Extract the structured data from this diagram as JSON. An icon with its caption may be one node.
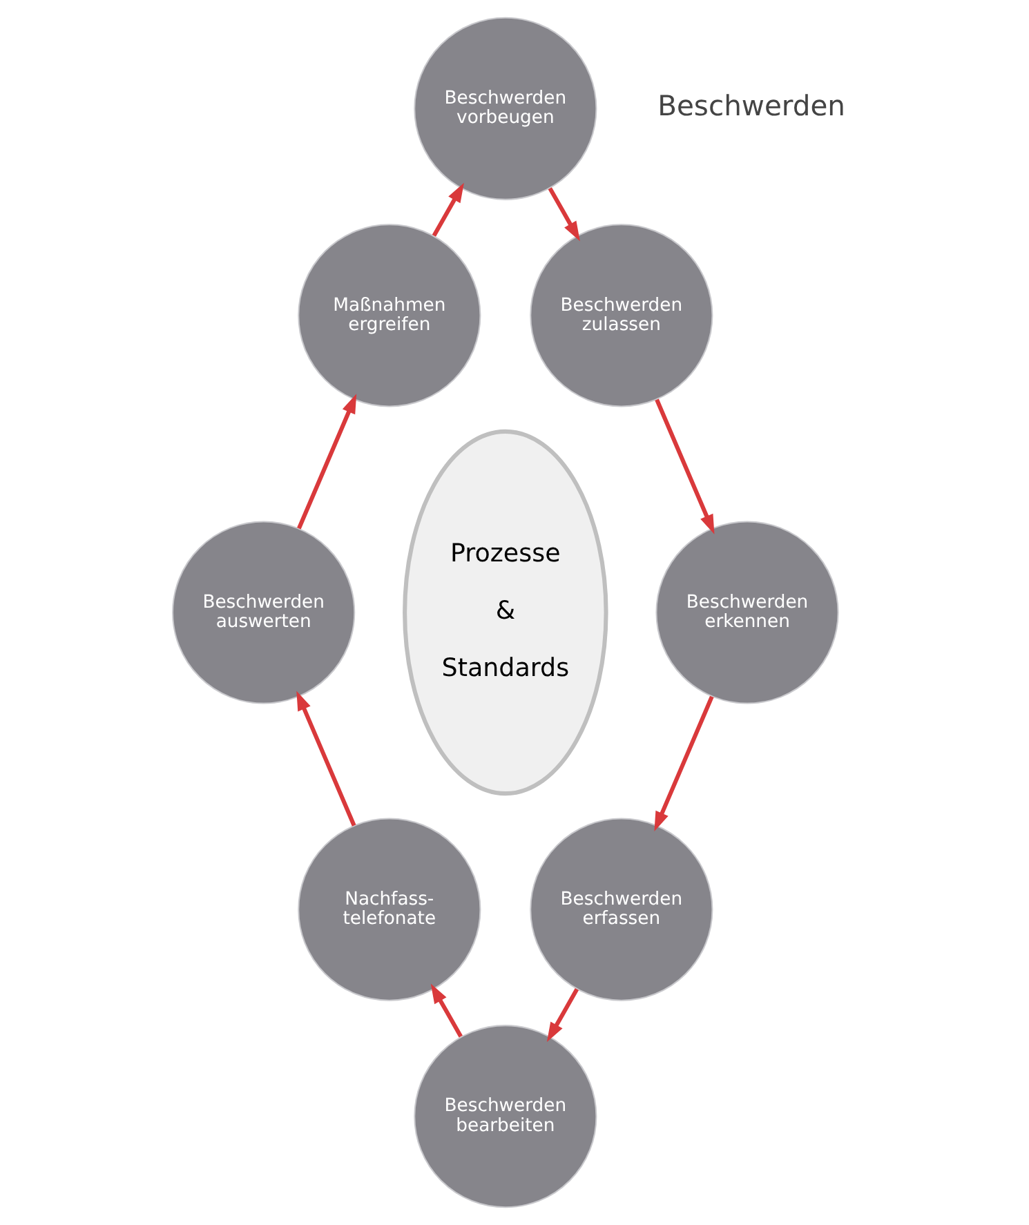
{
  "diagram": {
    "nodes": [
      {
        "text": [
          "Beschwerden vorbeugen"
        ]
      },
      {
        "text": [
          "Maßnahmen ergreifen"
        ]
      },
      {
        "text": [
          "Beschwerden zulassen"
        ]
      },
      {
        "text": [
          "Prozesse",
          "&",
          "Standards"
        ]
      },
      {
        "text": [
          "Beschwerden auswerten"
        ]
      },
      {
        "text": [
          "Beschwerden erkennen"
        ]
      },
      {
        "text": [
          "Nachfass- telefonate"
        ]
      },
      {
        "text": [
          "Beschwerden erfassen"
        ]
      },
      {
        "text": [
          "Beschwerden bearbeiten"
        ]
      }
    ],
    "edges": [
      {
        "from": 0,
        "to": 2,
        "arrow": "to"
      },
      {
        "from": 2,
        "to": 5,
        "arrow": "to"
      },
      {
        "from": 5,
        "to": 7,
        "arrow": "to"
      },
      {
        "from": 7,
        "to": 8,
        "arrow": "to"
      },
      {
        "from": 8,
        "to": 6,
        "arrow": "to"
      },
      {
        "from": 6,
        "to": 4,
        "arrow": "to"
      },
      {
        "from": 4,
        "to": 1,
        "arrow": "to"
      },
      {
        "from": 1,
        "to": 0,
        "arrow": "to"
      }
    ],
    "labels": [
      "Beschwerden"
    ]
  }
}
